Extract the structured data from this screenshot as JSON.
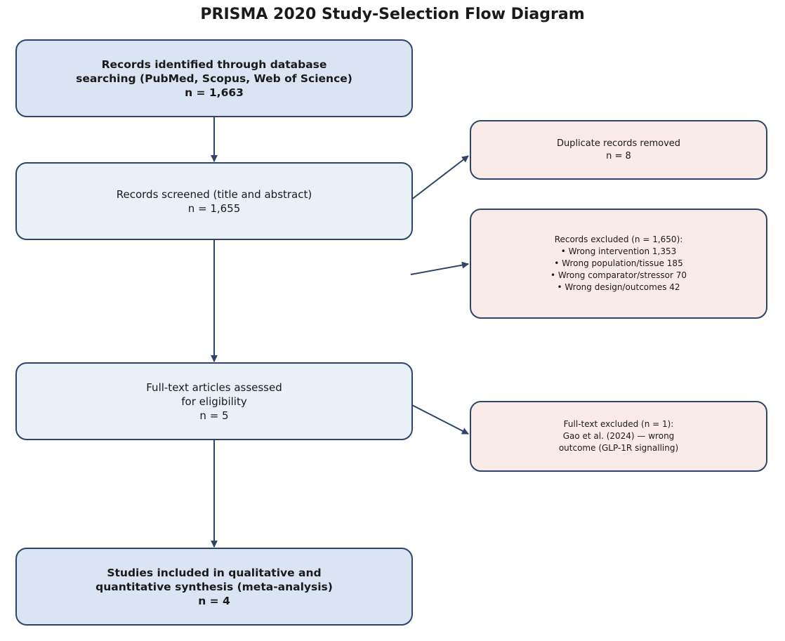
{
  "title": "PRISMA 2020 Study-Selection Flow Diagram",
  "identification": {
    "line1": "Records identified through database",
    "line2": "searching (PubMed, Scopus, Web of Science)",
    "count": "n = 1,663"
  },
  "duplicates": {
    "label": "Duplicate records removed",
    "count": "n = 8"
  },
  "screened": {
    "label": "Records screened (title and abstract)",
    "count": "n = 1,655"
  },
  "excluded": {
    "heading": "Records excluded (n = 1,650):",
    "reasons": [
      "• Wrong intervention  1,353",
      "• Wrong population/tissue  185",
      "• Wrong comparator/stressor  70",
      "• Wrong design/outcomes  42"
    ]
  },
  "fulltext": {
    "line1": "Full-text articles assessed",
    "line2": "for eligibility",
    "count": "n = 5"
  },
  "fulltext_excluded": {
    "heading": "Full-text excluded (n = 1):",
    "line1": "Gao et al. (2024) — wrong",
    "line2": "outcome (GLP-1R signalling)"
  },
  "included": {
    "line1": "Studies included in qualitative and",
    "line2": "quantitative synthesis (meta-analysis)",
    "count": "n = 4"
  },
  "colors": {
    "stroke": "#2e4468",
    "main_fill": "#eaf0f8",
    "main_emph_fill": "#dbe4f2",
    "side_fill": "#f9ebe7"
  }
}
